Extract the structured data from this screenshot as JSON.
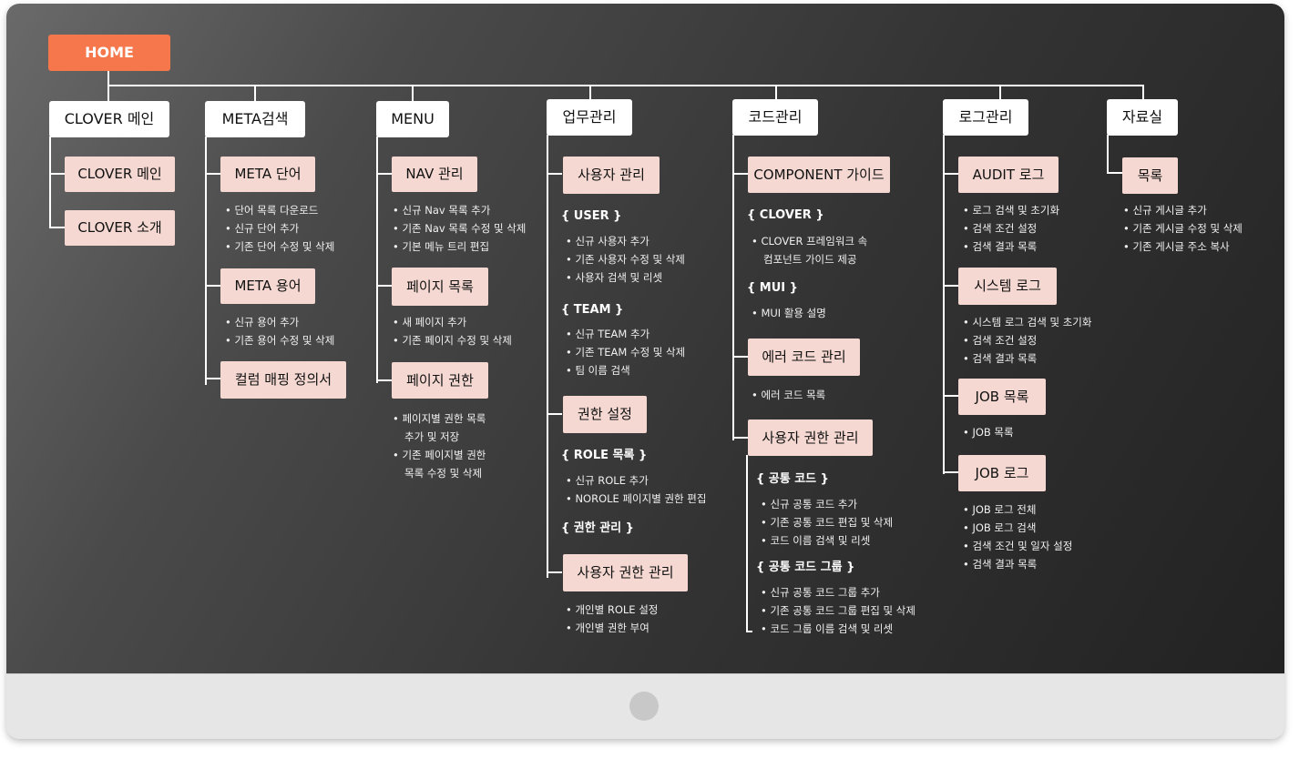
{
  "home": "HOME",
  "columns": [
    {
      "title": "CLOVER 메인",
      "items": [
        {
          "label": "CLOVER 메인"
        },
        {
          "label": "CLOVER 소개"
        }
      ]
    },
    {
      "title": "META검색",
      "items": [
        {
          "label": "META 단어",
          "bullets": [
            "단어 목록 다운로드",
            "신규 단어 추가",
            "기존 단어 수정 및 삭제"
          ]
        },
        {
          "label": "META 용어",
          "bullets": [
            "신규 용어 추가",
            "기존 용어 수정 및 삭제"
          ]
        },
        {
          "label": "컬럼 매핑 정의서"
        }
      ]
    },
    {
      "title": "MENU",
      "items": [
        {
          "label": "NAV 관리",
          "bullets": [
            "신규 Nav 목록 추가",
            "기존 Nav 목록 수정 및 삭제",
            "기본 메뉴 트리 편집"
          ]
        },
        {
          "label": "페이지 목록",
          "bullets": [
            "새 페이지 추가",
            "기존 페이지 수정 및 삭제"
          ]
        },
        {
          "label": "페이지 권한",
          "bullets": [
            "페이지별 권한 목록",
            "추가 및 저장",
            "기존 페이지별 권한",
            "목록 수정 및 삭제"
          ]
        }
      ]
    },
    {
      "title": "업무관리",
      "items": [
        {
          "label": "사용자 관리",
          "groups": [
            {
              "heading": "{ USER }",
              "bullets": [
                "신규 사용자 추가",
                "기존 사용자 수정 및 삭제",
                "사용자 검색 및 리셋"
              ]
            },
            {
              "heading": "{ TEAM }",
              "bullets": [
                "신규 TEAM 추가",
                "기존 TEAM 수정 및 삭제",
                "팀 이름 검색"
              ]
            }
          ]
        },
        {
          "label": "권한 설정",
          "groups": [
            {
              "heading": "{ ROLE 목록 }",
              "bullets": [
                "신규 ROLE 추가",
                "NOROLE 페이지별 권한 편집"
              ]
            },
            {
              "heading": "{ 권한 관리 }",
              "bullets": []
            }
          ]
        },
        {
          "label": "사용자 권한 관리",
          "bullets": [
            "개인별 ROLE 설정",
            "개인별 권한 부여"
          ]
        }
      ]
    },
    {
      "title": "코드관리",
      "items": [
        {
          "label": "COMPONENT 가이드",
          "groups": [
            {
              "heading": "{ CLOVER }",
              "bullets": [
                "CLOVER 프레임워크 속",
                "컴포넌트 가이드 제공"
              ]
            },
            {
              "heading": "{ MUI }",
              "bullets": [
                "MUI 활용 설명"
              ]
            }
          ]
        },
        {
          "label": "에러 코드 관리",
          "bullets": [
            "에러 코드 목록"
          ]
        },
        {
          "label": "사용자 권한 관리",
          "groups": [
            {
              "heading": "{ 공통 코드 }",
              "bullets": [
                "신규 공통 코드 추가",
                "기존 공통 코드 편집 및 삭제",
                "코드 이름 검색 및 리셋"
              ]
            },
            {
              "heading": "{ 공통 코드 그룹 }",
              "bullets": [
                "신규 공통 코드 그룹 추가",
                "기존 공통 코드 그룹 편집 및 삭제",
                "코드 그룹 이름 검색 및 리셋"
              ]
            }
          ]
        }
      ]
    },
    {
      "title": "로그관리",
      "items": [
        {
          "label": "AUDIT 로그",
          "bullets": [
            "로그 검색 및 초기화",
            "검색 조건 설정",
            "검색 결과 목록"
          ]
        },
        {
          "label": "시스템 로그",
          "bullets": [
            "시스템 로그 검색 및 초기화",
            "검색 조건 설정",
            "검색 결과 목록"
          ]
        },
        {
          "label": "JOB 목록",
          "bullets": [
            "JOB 목록"
          ]
        },
        {
          "label": "JOB 로그",
          "bullets": [
            "JOB 로그 전체",
            "JOB 로그 검색",
            "검색 조건 및 일자 설정",
            "검색 결과 목록"
          ]
        }
      ]
    },
    {
      "title": "자료실",
      "items": [
        {
          "label": "목록",
          "bullets": [
            "신규 게시글 추가",
            "기존 게시글 수정 및 삭제",
            "기존 게시글 주소 복사"
          ]
        }
      ]
    }
  ],
  "colors": {
    "home": "#f5774b",
    "sub_box": "#f4d8d1",
    "top_box": "#ffffff",
    "line": "#ffffff"
  }
}
